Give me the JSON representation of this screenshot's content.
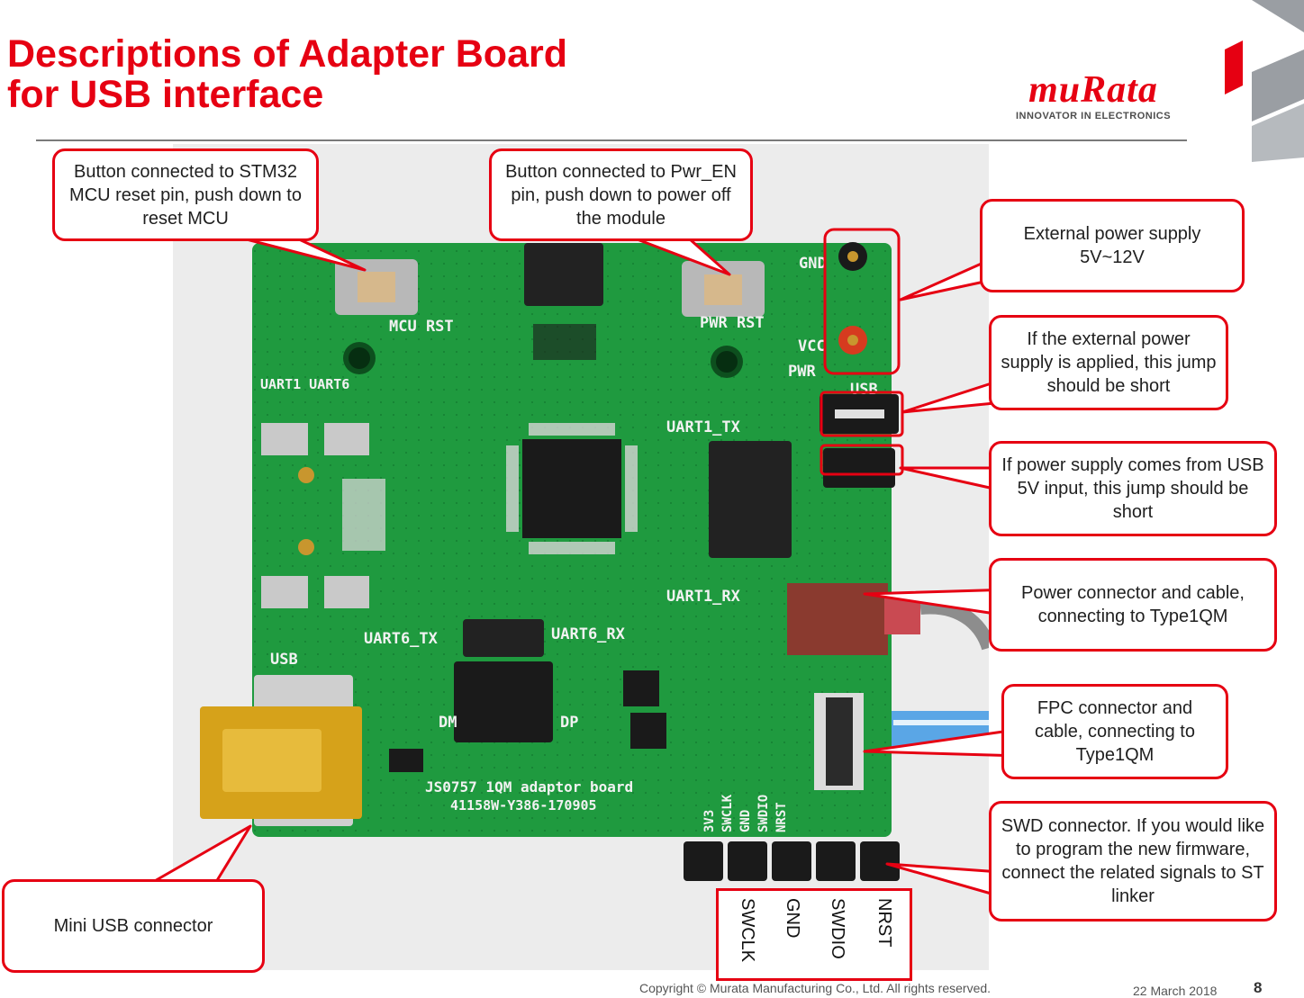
{
  "title": {
    "line1": "Descriptions of Adapter Board",
    "line2": "for USB interface"
  },
  "logo": {
    "wordmark": "muRata",
    "tagline": "INNOVATOR IN ELECTRONICS"
  },
  "board_silkscreen": {
    "mcu_rst": "MCU RST",
    "pwr_rst": "PWR RST",
    "gnd": "GND",
    "vcc": "VCC",
    "pwr": "PWR",
    "usb_jumper": "USB",
    "uart1_uart6": "UART1 UART6",
    "uart1_tx": "UART1_TX",
    "uart1_rx": "UART1_RX",
    "uart6_tx": "UART6_TX",
    "uart6_rx": "UART6_RX",
    "usb": "USB",
    "dm": "DM",
    "dp": "DP",
    "board_name": "JS0757 1QM adaptor board",
    "board_code": "41158W-Y386-170905",
    "swd_pins": [
      "3V3",
      "SWCLK",
      "GND",
      "SWDIO",
      "NRST"
    ]
  },
  "callouts": {
    "mcu_reset": "Button connected to STM32 MCU reset pin, push down to reset MCU",
    "pwr_en": "Button connected to Pwr_EN pin, push down to power off the module",
    "ext_power": "External power supply 5V~12V",
    "ext_jump": "If the external power supply is applied, this jump should be short",
    "usb_jump": "If power supply comes from USB 5V input, this jump should be short",
    "power_conn": "Power connector and cable, connecting to Type1QM",
    "fpc_conn": "FPC connector and cable, connecting to Type1QM",
    "swd_conn": "SWD connector. If you would like to program the new firmware, connect the related signals to ST linker",
    "mini_usb": "Mini USB connector"
  },
  "swd_signal_labels": [
    "SWCLK",
    "GND",
    "SWDIO",
    "NRST"
  ],
  "footer": {
    "copyright": "Copyright © Murata Manufacturing Co., Ltd. All rights reserved.",
    "date": "22 March 2018",
    "page": "8"
  },
  "colors": {
    "accent": "#e60012",
    "pcb": "#1f9a3f",
    "text": "#1f1f1f"
  }
}
